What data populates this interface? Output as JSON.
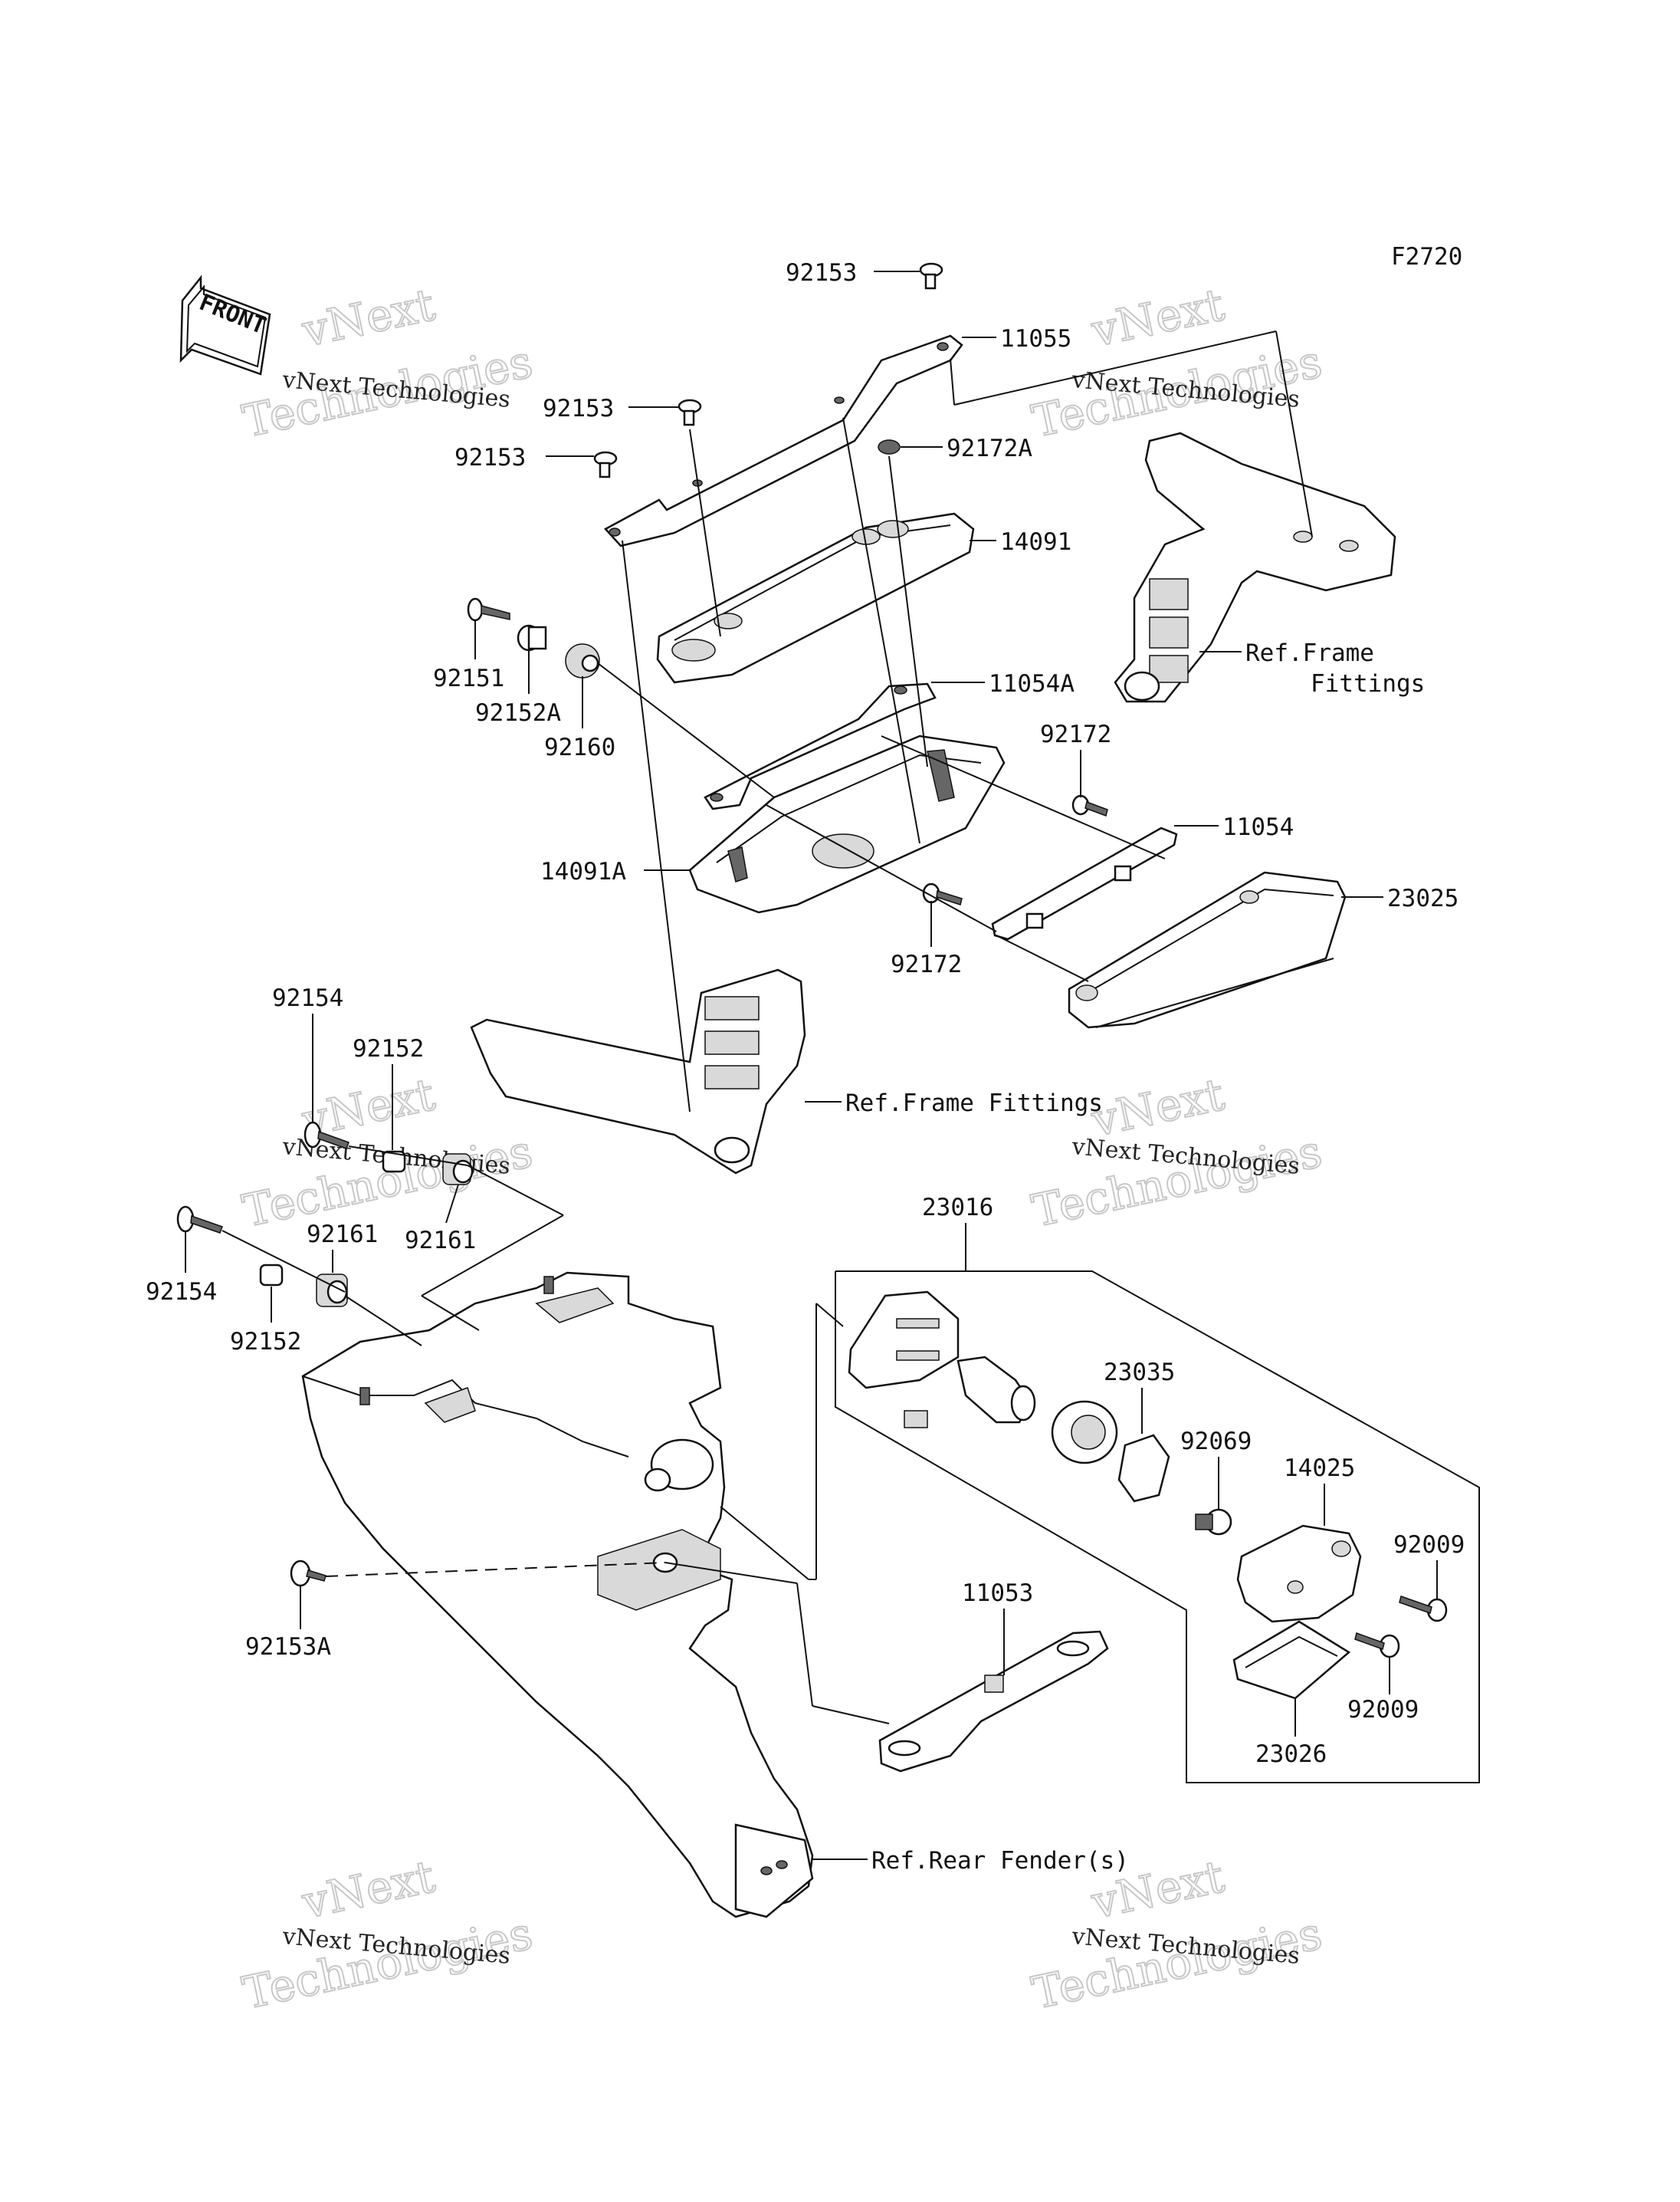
{
  "figure_code": "F2720",
  "direction_label": "FRONT",
  "watermark": {
    "line1": "vNext Technologies",
    "line2": "vNext",
    "line3": "Technologies"
  },
  "part_labels": {
    "p92153_top": "92153",
    "p11055": "11055",
    "p92153_mid": "92153",
    "p92153_left": "92153",
    "p92172A": "92172A",
    "p14091": "14091",
    "p92151": "92151",
    "p92152A": "92152A",
    "p92160": "92160",
    "p11054A": "11054A",
    "p92172_a": "92172",
    "p11054": "11054",
    "p14091A": "14091A",
    "p23025": "23025",
    "p92172_b": "92172",
    "p92154_a": "92154",
    "p92152_a": "92152",
    "p92161_a": "92161",
    "p92161_b": "92161",
    "p92154_b": "92154",
    "p92152_b": "92152",
    "p23016": "23016",
    "p23035": "23035",
    "p92069": "92069",
    "p14025": "14025",
    "p92009_a": "92009",
    "p92009_b": "92009",
    "p23026": "23026",
    "p11053": "11053",
    "p92153A": "92153A"
  },
  "references": {
    "frame_fittings_upper_1": "Ref.Frame",
    "frame_fittings_upper_2": "Fittings",
    "frame_fittings_lower": "Ref.Frame Fittings",
    "rear_fender": "Ref.Rear Fender(s)"
  }
}
